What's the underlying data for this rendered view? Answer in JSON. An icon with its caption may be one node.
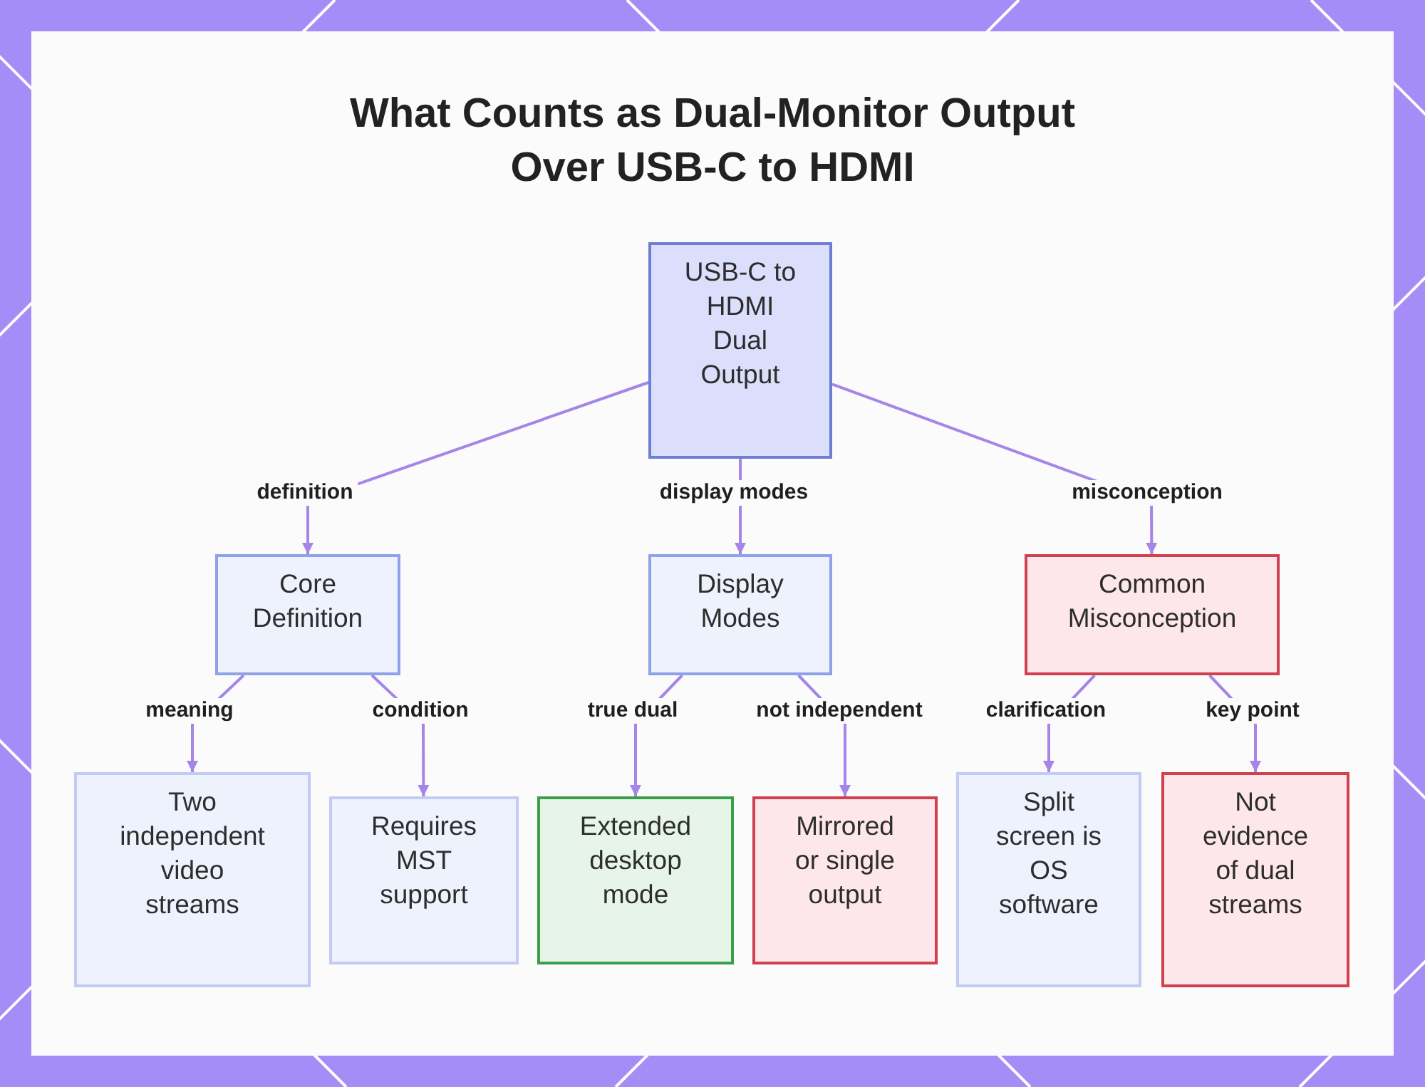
{
  "diagram": {
    "title": "What Counts as Dual-Monitor Output Over USB-C to HDMI",
    "nodes": [
      {
        "text": [
          "USB-C to HDMI Dual Output"
        ]
      },
      {
        "text": [
          "Core Definition"
        ]
      },
      {
        "text": [
          "Display Modes"
        ]
      },
      {
        "text": [
          "Common Misconception"
        ]
      },
      {
        "text": [
          "Two independent video streams"
        ]
      },
      {
        "text": [
          "Requires MST support"
        ]
      },
      {
        "text": [
          "Extended desktop mode"
        ]
      },
      {
        "text": [
          "Mirrored or single output"
        ]
      },
      {
        "text": [
          "Split screen is OS software"
        ]
      },
      {
        "text": [
          "Not evidence of dual streams"
        ]
      }
    ],
    "edges": [
      {
        "from": 0,
        "to": 1,
        "arrow": "to",
        "label": "definition"
      },
      {
        "from": 0,
        "to": 2,
        "arrow": "to",
        "label": "display modes"
      },
      {
        "from": 0,
        "to": 3,
        "arrow": "to",
        "label": "misconception"
      },
      {
        "from": 1,
        "to": 4,
        "arrow": "to",
        "label": "meaning"
      },
      {
        "from": 1,
        "to": 5,
        "arrow": "to",
        "label": "condition"
      },
      {
        "from": 2,
        "to": 6,
        "arrow": "to",
        "label": "true dual"
      },
      {
        "from": 2,
        "to": 7,
        "arrow": "to",
        "label": "not independent"
      },
      {
        "from": 3,
        "to": 8,
        "arrow": "to",
        "label": "clarification"
      },
      {
        "from": 3,
        "to": 9,
        "arrow": "to",
        "label": "key point"
      }
    ]
  }
}
